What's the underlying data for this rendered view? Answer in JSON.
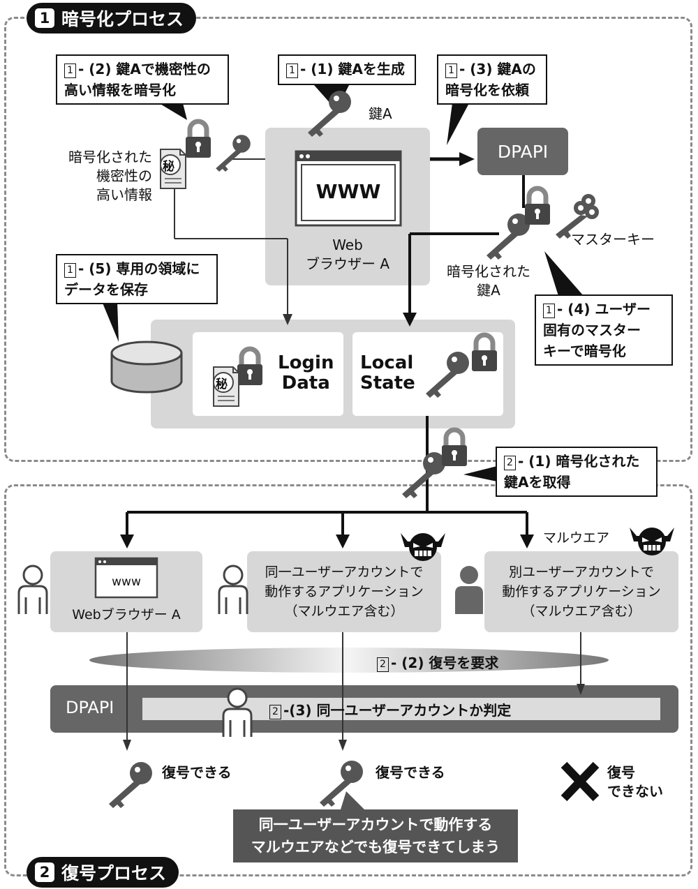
{
  "section1": {
    "num": "1",
    "title": "暗号化プロセス"
  },
  "section2": {
    "num": "2",
    "title": "復号プロセス"
  },
  "callouts": {
    "c1_1": {
      "sq": "1",
      "text": "- (1) 鍵Aを生成"
    },
    "c1_2": {
      "sq": "1",
      "line1": "- (2) 鍵Aで機密性の",
      "line2": "高い情報を暗号化"
    },
    "c1_3": {
      "sq": "1",
      "line1": "- (3) 鍵Aの",
      "line2": "暗号化を依頼"
    },
    "c1_4": {
      "sq": "1",
      "line1": "- (4) ユーザー",
      "line2": "固有のマスター",
      "line3": "キーで暗号化"
    },
    "c1_5": {
      "sq": "1",
      "line1": "- (5) 専用の領域に",
      "line2": "データを保存"
    },
    "c2_1": {
      "sq": "2",
      "line1": "- (1) 暗号化された",
      "line2": "鍵Aを取得"
    },
    "c2_2": {
      "sq": "2",
      "text": "- (2) 復号を要求"
    },
    "c2_3": {
      "sq": "2",
      "text": "-(3) 同一ユーザーアカウントか判定"
    }
  },
  "labels": {
    "key_a": "鍵A",
    "encrypted_info": [
      "暗号化された",
      "機密性の",
      "高い情報"
    ],
    "secret_mark": "秘",
    "www": "WWW",
    "browser_web": "Web",
    "browser_name": "ブラウザー A",
    "dpapi": "DPAPI",
    "master_key": "マスターキー",
    "encrypted_key": [
      "暗号化された",
      "鍵A"
    ],
    "login_data": [
      "Login",
      "Data"
    ],
    "local_state": [
      "Local",
      "State"
    ],
    "malware": "マルウエア"
  },
  "apps": {
    "browser": {
      "www": "www",
      "name": "Webブラウザー A"
    },
    "same_user": {
      "line1": "同一ユーザーアカウントで",
      "line2": "動作するアプリケーション",
      "line3": "（マルウエア含む）"
    },
    "other_user": {
      "line1": "別ユーザーアカウントで",
      "line2": "動作するアプリケーション",
      "line3": "（マルウエア含む）"
    }
  },
  "results": {
    "ok1": "復号できる",
    "ok2": "復号できる",
    "ng": [
      "復号",
      "できない"
    ],
    "note": [
      "同一ユーザーアカウントで動作する",
      "マルウエアなどでも復号できてしまう"
    ]
  },
  "icons": [
    "key-icon",
    "padlock-icon",
    "master-key-icon",
    "database-icon",
    "document-icon",
    "browser-window-icon",
    "user-icon",
    "malware-face-icon",
    "cross-icon"
  ],
  "colors": {
    "dark": "#111111",
    "box_gray": "#d7d7d7",
    "dpapi_gray": "#666666",
    "dash": "#8a8a8a"
  }
}
